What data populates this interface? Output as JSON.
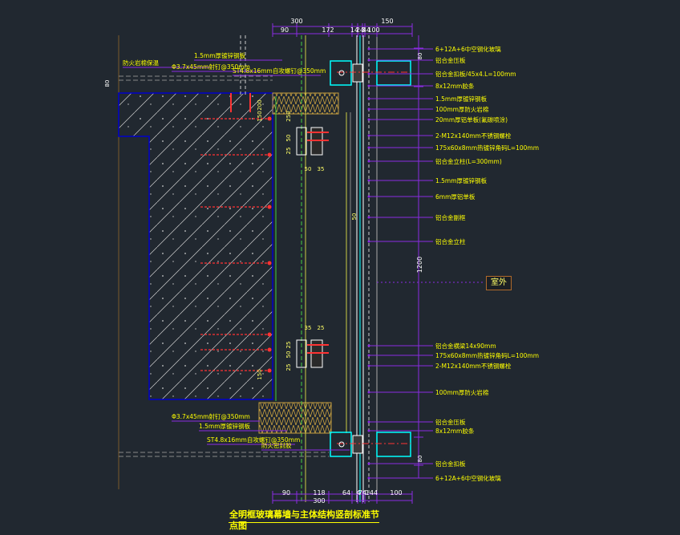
{
  "title": "全明框玻璃幕墙与主体结构竖剖标准节点图",
  "room_label": "室外",
  "dims_top": [
    "300",
    "150",
    "90",
    "172",
    "14",
    "24",
    "3",
    "44",
    "100"
  ],
  "dims_bottom": [
    "90",
    "118",
    "64",
    "4",
    "74",
    "1",
    "44",
    "100",
    "300"
  ],
  "dims_vertical": [
    "80",
    "150",
    "200",
    "250",
    "20",
    "50",
    "50",
    "25",
    "25",
    "50",
    "35",
    "150",
    "25",
    "50",
    "25",
    "50",
    "25",
    "35",
    "150",
    "1200",
    "80",
    "50"
  ],
  "labels_left": [
    "1.5mm厚镀锌钢板",
    "防火岩棉保温",
    "Φ3.7x45mm射钉@350mm",
    "ST4.8x16mm自攻螺钉@350mm",
    "Φ3.7x45mm射钉@350mm",
    "1.5mm厚镀锌钢板",
    "ST4.8x16mm自攻螺钉@350mm",
    "防火密封胶"
  ],
  "labels_right": [
    "6+12A+6中空钢化玻璃",
    "铝合金压板",
    "铝合金扣板/45x4.L=100mm",
    "8x12mm胶条",
    "1.5mm厚镀锌钢板",
    "100mm厚防火岩棉",
    "20mm厚铝单板(氟碳喷涂)",
    "2-M12x140mm不锈钢螺栓",
    "175x60x8mm热镀锌角码L=100mm",
    "铝合金立柱(L=300mm)",
    "1.5mm厚镀锌钢板",
    "6mm厚铝单板",
    "铝合金副框",
    "铝合金立柱",
    "铝合金横梁14x90mm",
    "175x60x8mm热镀锌角码L=100mm",
    "2-M12x140mm不锈钢螺栓",
    "100mm厚防火岩棉",
    "铝合金压板",
    "8x12mm胶条",
    "铝合金扣板",
    "6+12A+6中空钢化玻璃"
  ],
  "colors": {
    "background": "#212830",
    "dimension": "#8a2be2",
    "glass": "#00ffff",
    "annotation": "#ffff00",
    "structure": "#0000cc",
    "frame": "#ffffff",
    "anchor": "#ff3333",
    "insulation": "#c8a040"
  }
}
